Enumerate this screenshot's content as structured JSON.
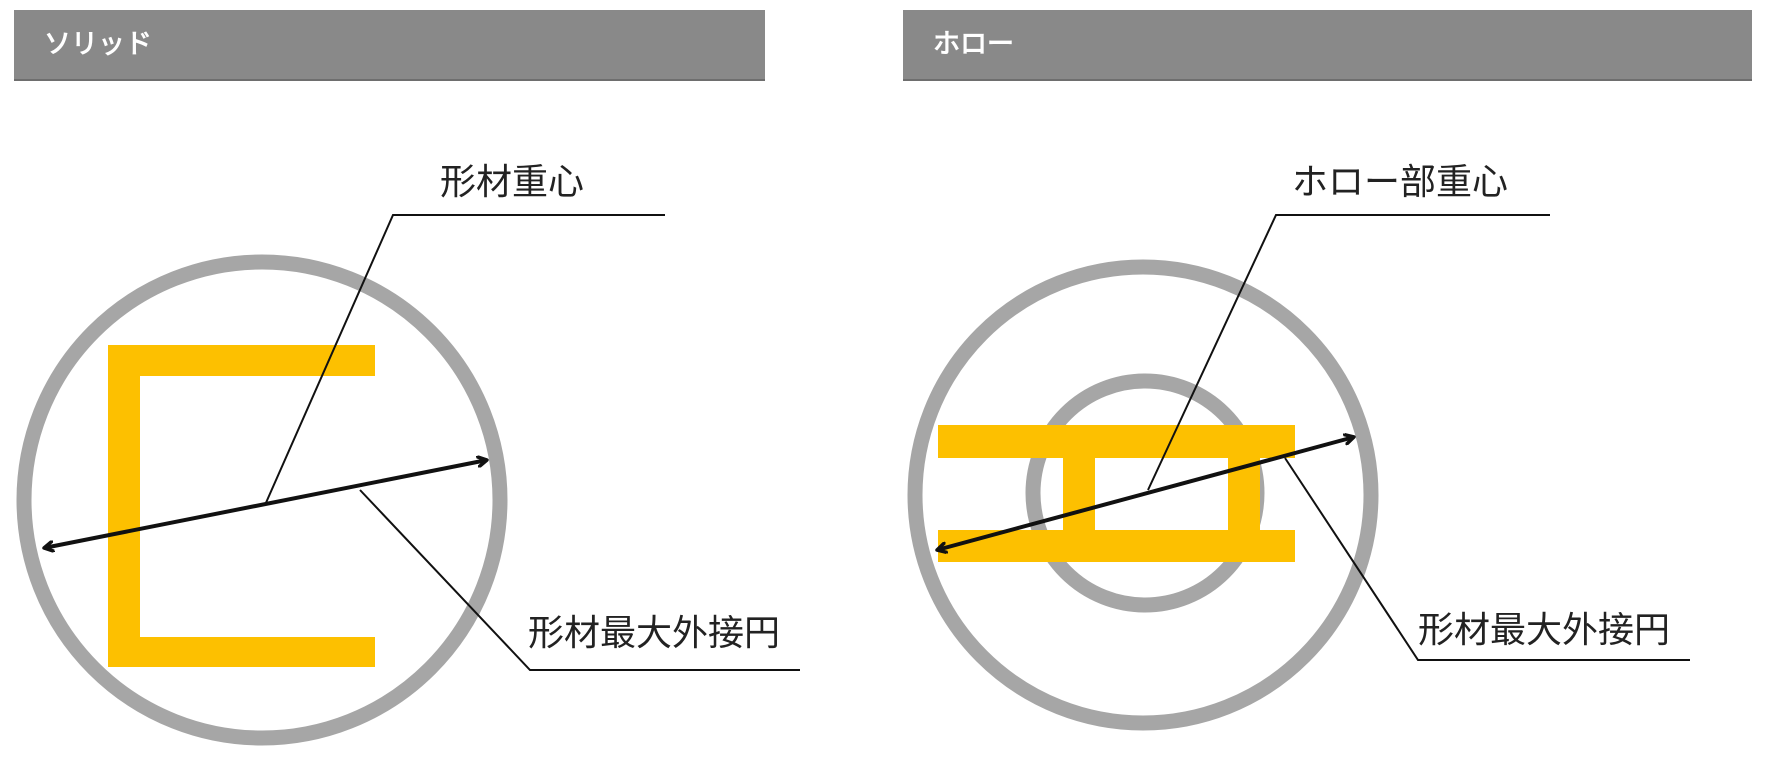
{
  "panels": [
    {
      "id": "solid",
      "title": "ソリッド",
      "labels": {
        "centroid": "形材重心",
        "circumscribed_circle": "形材最大外接円"
      }
    },
    {
      "id": "hollow",
      "title": "ホロー",
      "labels": {
        "centroid": "ホロー部重心",
        "circumscribed_circle": "形材最大外接円"
      }
    }
  ],
  "colors": {
    "header_bg": "#898989",
    "header_text": "#ffffff",
    "profile_fill": "#fdc000",
    "circle_stroke": "#a6a6a6",
    "line": "#111111"
  }
}
